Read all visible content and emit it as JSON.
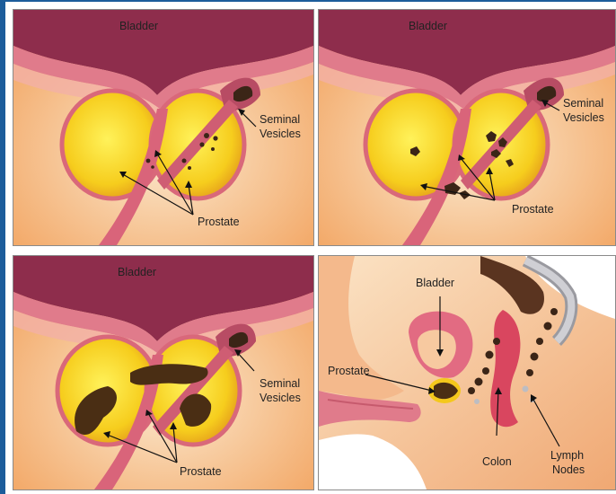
{
  "panels": [
    {
      "id": "stage-1",
      "labels": {
        "bladder": "Bladder",
        "seminal_vesicles": "Seminal\nVesicles",
        "prostate": "Prostate"
      }
    },
    {
      "id": "stage-2",
      "labels": {
        "bladder": "Bladder",
        "seminal_vesicles": "Seminal\nVesicles",
        "prostate": "Prostate"
      }
    },
    {
      "id": "stage-3",
      "labels": {
        "bladder": "Bladder",
        "seminal_vesicles": "Seminal\nVesicles",
        "prostate": "Prostate"
      }
    },
    {
      "id": "stage-4",
      "labels": {
        "bladder": "Bladder",
        "prostate": "Prostate",
        "colon": "Colon",
        "lymph_nodes": "Lymph\nNodes"
      }
    }
  ],
  "colors": {
    "background": "#1c5d9b",
    "tissue": "#f7c9a0",
    "bladder": "#8e2d4c",
    "prostate": "#f4c81c",
    "tumor": "#4a2e14",
    "urethra": "#d9647a"
  }
}
